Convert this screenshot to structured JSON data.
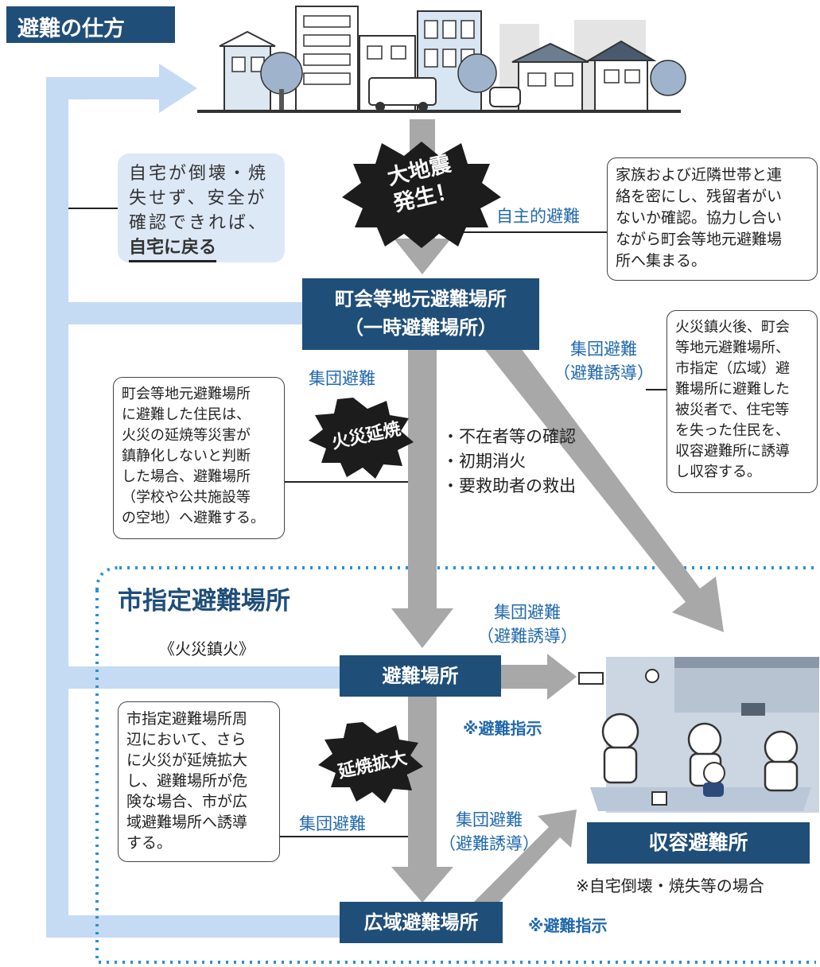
{
  "title": "避難の仕方",
  "earthquake": [
    "大地震",
    "発生！"
  ],
  "fire_spread": "火災延焼",
  "fire_expand": "延焼拡大",
  "home_return": {
    "lines": [
      "自宅が倒壊・焼",
      "失せず、安全が",
      "確認できれば、"
    ],
    "emphasis": "自宅に戻る"
  },
  "voluntary": {
    "label": "自主的避難",
    "lines": [
      "家族および近隣世帯と連",
      "絡を密にし、残留者がい",
      "ないか確認。協力し合い",
      "ながら町会等地元避難場",
      "所へ集まる。"
    ]
  },
  "local_site": [
    "町会等地元避難場所",
    "（一時避難場所）"
  ],
  "group_evac": "集団避難",
  "group_evac_guided": [
    "集団避難",
    "（避難誘導）"
  ],
  "resident_note": [
    "町会等地元避難場所",
    "に避難した住民は、",
    "火災の延焼等災害が",
    "鎮静化しないと判断",
    "した場合、避難場所",
    "（学校や公共施設等",
    "の空地）へ避難する。"
  ],
  "duties": [
    "・不在者等の確認",
    "・初期消火",
    "・要救助者の救出"
  ],
  "after_fire_note": [
    "火災鎮火後、町会",
    "等地元避難場所、",
    "市指定（広域）避",
    "難場所に避難した",
    "被災者で、住宅等",
    "を失った住民を、",
    "収容避難所に誘導",
    "し収容する。"
  ],
  "city_sites": {
    "title": "市指定避難場所",
    "fire_out": "《火災鎮火》",
    "evac_site": "避難場所",
    "evac_order": "※避難指示",
    "city_note": [
      "市指定避難場所周",
      "辺において、さら",
      "に火災が延焼拡大",
      "し、避難場所が危",
      "険な場合、市が広",
      "域避難場所へ誘導",
      "する。"
    ],
    "wide_site": "広域避難場所",
    "shelter": "収容避難所",
    "shelter_note": "※自宅倒壊・焼失等の場合"
  },
  "colors": {
    "navy": "#1f4e79",
    "arrow_gray": "#a8a8a8",
    "light_blue": "#c5daf3",
    "label_blue": "#2169ad"
  }
}
